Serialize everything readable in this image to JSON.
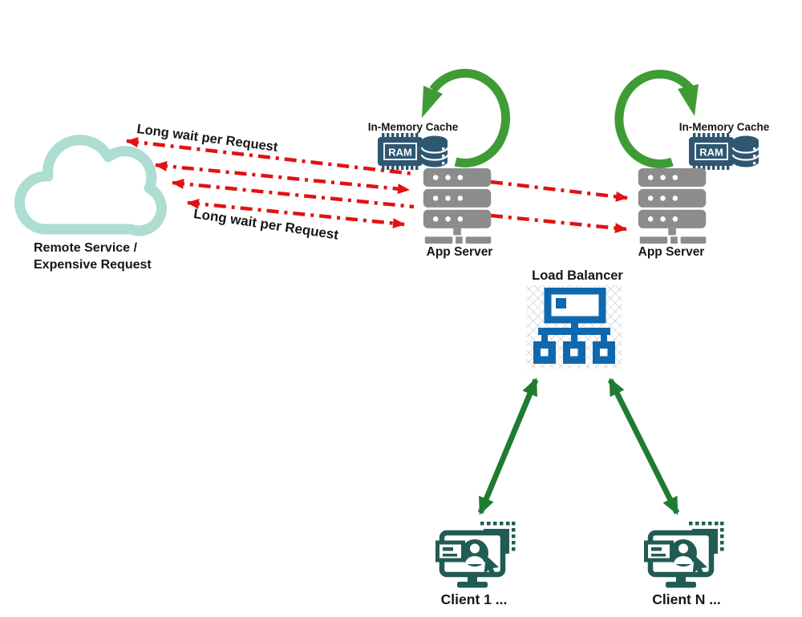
{
  "labels": {
    "remote_service_line1": "Remote Service /",
    "remote_service_line2": "Expensive Request",
    "wait_top": "Long wait per Request",
    "wait_bottom": "Long wait per Request",
    "cache_left": "In-Memory Cache",
    "cache_right": "In-Memory Cache",
    "ram": "RAM",
    "app_server_left": "App Server",
    "app_server_right": "App Server",
    "load_balancer": "Load Balancer",
    "client_1": "Client 1 ...",
    "client_n": "Client N ..."
  },
  "icons": [
    "cloud-icon",
    "refresh-loop-icon",
    "ram-chip-icon",
    "database-icon",
    "server-stack-icon",
    "load-balancer-icon",
    "client-workstation-icon"
  ],
  "colors": {
    "request_line_red": "#e11212",
    "cache_loop_green": "#3f9c35",
    "client_arrow_green": "#1e7c31",
    "server_gray": "#8c8c8c",
    "load_balancer_blue": "#0f68ae",
    "client_teal": "#215c54",
    "cloud_teal": "#aeddd2",
    "ram_chip_blue": "#2f5772",
    "label_text": "#161616"
  }
}
